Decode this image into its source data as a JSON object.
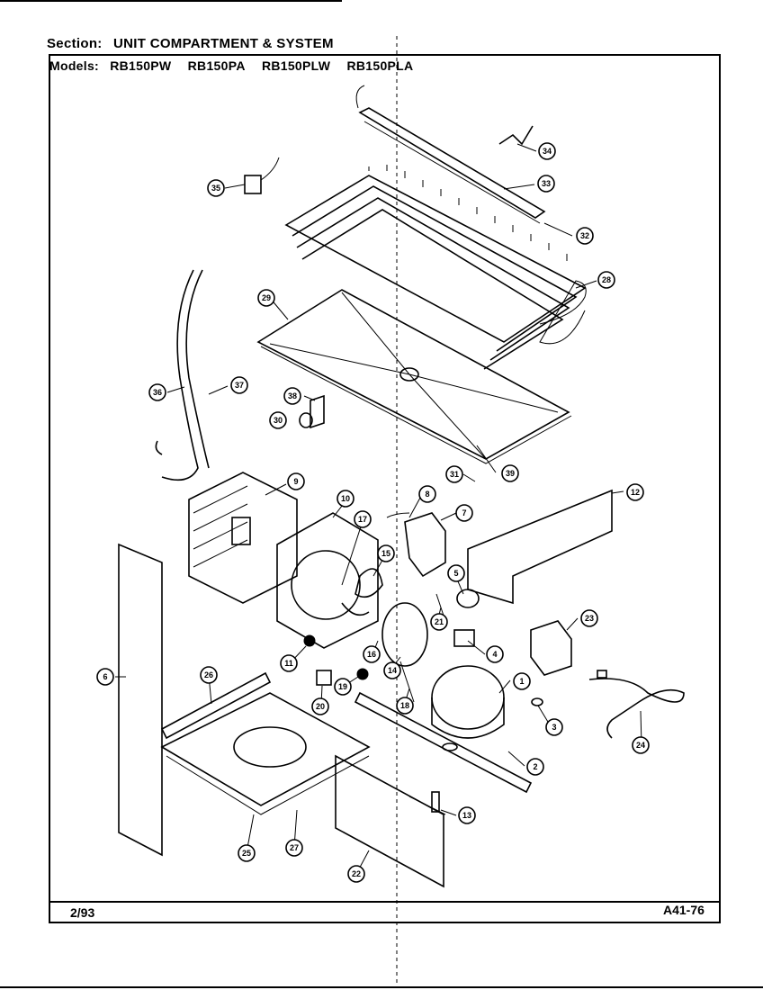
{
  "header": {
    "section_label": "Section:",
    "section_title": "UNIT COMPARTMENT & SYSTEM",
    "models_label": "Models:",
    "models": [
      "RB150PW",
      "RB150PA",
      "RB150PLW",
      "RB150PLA"
    ]
  },
  "footer": {
    "date": "2/93",
    "doc_number": "A41-76"
  },
  "callouts": [
    "34",
    "33",
    "32",
    "35",
    "29",
    "28",
    "37",
    "36",
    "38",
    "30",
    "39",
    "31",
    "9",
    "10",
    "17",
    "8",
    "7",
    "12",
    "15",
    "5",
    "21",
    "23",
    "4",
    "11",
    "16",
    "14",
    "19",
    "1",
    "18",
    "20",
    "3",
    "26",
    "2",
    "24",
    "13",
    "25",
    "27",
    "22",
    "6"
  ]
}
